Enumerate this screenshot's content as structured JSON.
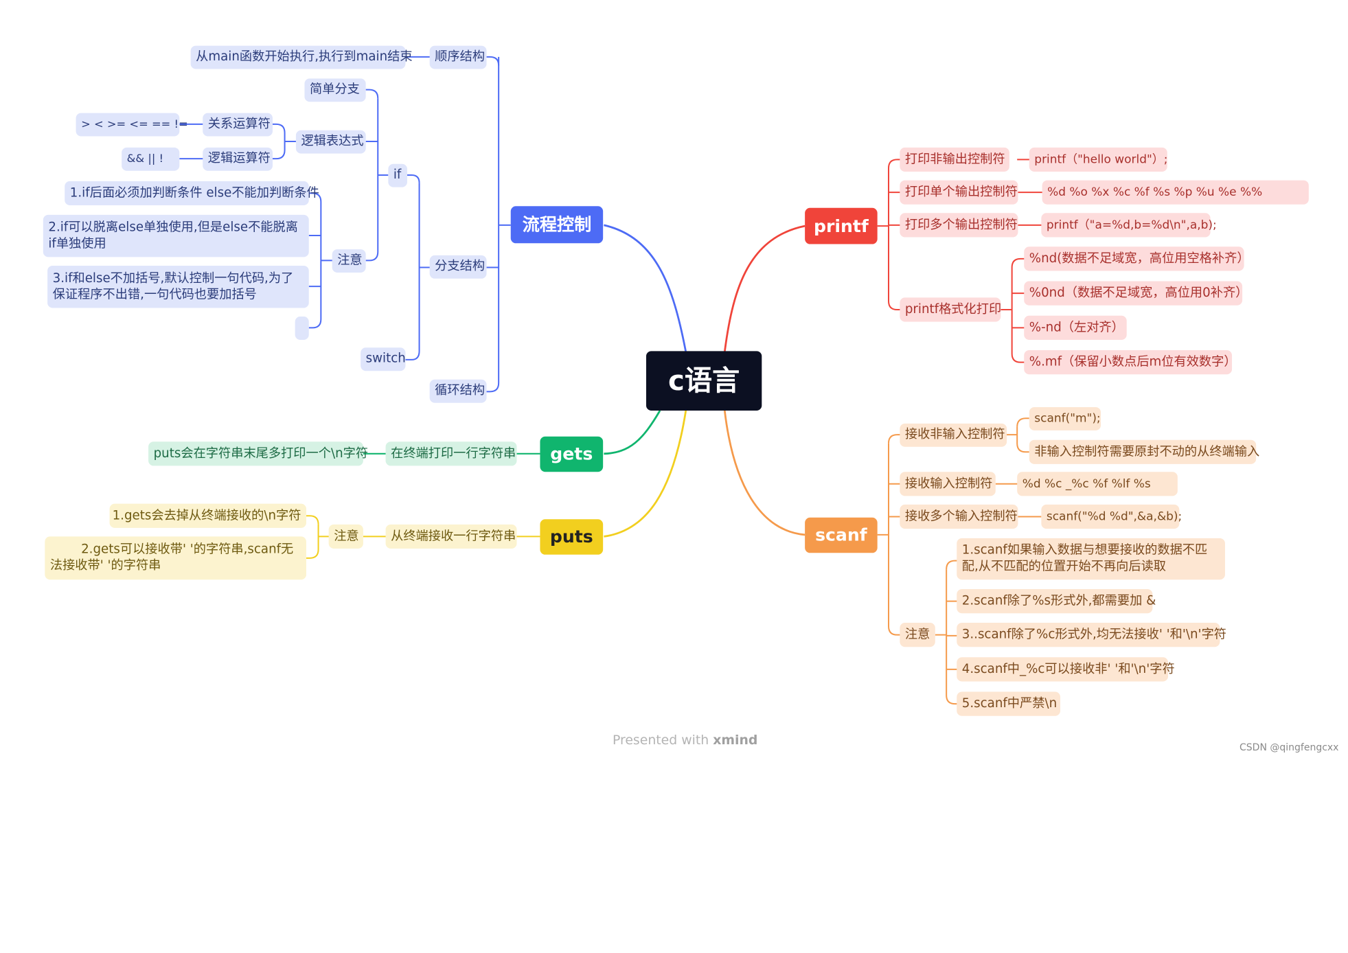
{
  "center": "c语言",
  "colors": {
    "blue": "#4d6bf5",
    "red": "#f0443a",
    "orange": "#f59a4b",
    "green": "#10b56e",
    "yellow": "#f2cf1f",
    "dark": "#0c1022"
  },
  "flow": {
    "label": "流程控制",
    "seq": "顺序结构",
    "seq_desc": "从main函数开始执行,执行到main结束",
    "branch": "分支结构",
    "if": "if",
    "simple": "简单分支",
    "logic": "逻辑表达式",
    "relop": "关系运算符",
    "relop_ops": "> < >= <=  ==  !=",
    "logop": "逻辑运算符",
    "logop_ops": "&&   ||   !",
    "note": "注意",
    "note1": "1.if后面必须加判断条件 else不能加判断条件",
    "note2": "2.if可以脱离else单独使用,但是else不能脱离if单独使用",
    "note3": "3.if和else不加括号,默认控制一句代码,为了保证程序不出错,一句代码也要加括号",
    "switch": "switch",
    "loop": "循环结构"
  },
  "printf": {
    "label": "printf",
    "p1": "打印非输出控制符",
    "p1_ex": "printf（\"hello world\"）;",
    "p2": "打印单个输出控制符",
    "p2_ex": "%d   %o  %x  %c  %f  %s  %p  %u  %e  %%",
    "p3": "打印多个输出控制符",
    "p3_ex": "printf（\"a=%d,b=%d\\n\",a,b);",
    "p4": "printf格式化打印",
    "f1": "%nd(数据不足域宽，高位用空格补齐）",
    "f2": "%0nd（数据不足域宽，高位用0补齐）",
    "f3": "%-nd（左对齐）",
    "f4": "%.mf（保留小数点后m位有效数字）"
  },
  "scanf": {
    "label": "scanf",
    "s1": "接收非输入控制符",
    "s1_a": "scanf(\"m\");",
    "s1_b": "非输入控制符需要原封不动的从终端输入",
    "s2": "接收输入控制符",
    "s2_ex": "%d  %c  _%c  %f  %lf  %s",
    "s3": "接收多个输入控制符",
    "s3_ex": "scanf(\"%d %d\",&a,&b);",
    "note": "注意",
    "n1": "1.scanf如果输入数据与想要接收的数据不匹配,从不匹配的位置开始不再向后读取",
    "n2": "2.scanf除了%s形式外,都需要加 &",
    "n3": "3..scanf除了%c形式外,均无法接收' '和'\\n'字符",
    "n4": "4.scanf中_%c可以接收非' '和'\\n'字符",
    "n5": "5.scanf中严禁\\n"
  },
  "gets": {
    "label": "gets",
    "desc": "在终端打印一行字符串",
    "detail": "puts会在字符串末尾多打印一个\\n字符"
  },
  "puts": {
    "label": "puts",
    "desc": "从终端接收一行字符串",
    "note": "注意",
    "n1": "1.gets会去掉从终端接收的\\n字符",
    "n2": "2.gets可以接收带' '的字符串,scanf无法接收带' '的字符串"
  },
  "footer": {
    "presented": "Presented with ",
    "brand": "xmind"
  },
  "watermark": "CSDN @qingfengcxx"
}
